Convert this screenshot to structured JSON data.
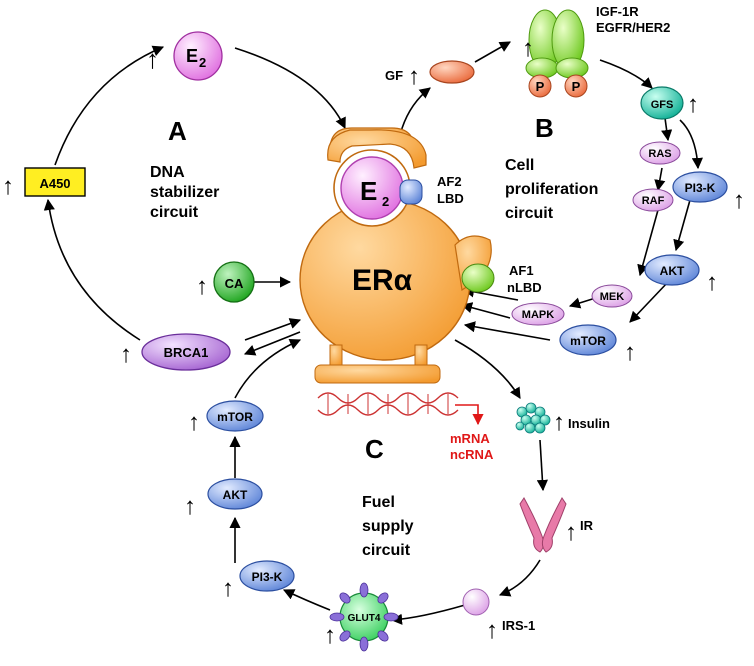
{
  "circuits": {
    "a": {
      "letter": "A",
      "lines": [
        "DNA",
        "stabilizer",
        "circuit"
      ]
    },
    "b": {
      "letter": "B",
      "lines": [
        "Cell",
        "proliferation",
        "circuit"
      ]
    },
    "c": {
      "letter": "C",
      "lines": [
        "Fuel",
        "supply",
        "circuit"
      ]
    }
  },
  "receptor": {
    "name": "ERα",
    "ligand": "E",
    "ligand_sub": "2",
    "af2": "AF2",
    "lbd": "LBD",
    "af1": "AF1",
    "nlbd": "nLBD"
  },
  "nodes": {
    "e2_top": "E",
    "e2_top_sub": "2",
    "a450": "A450",
    "ca": "CA",
    "brca1": "BRCA1",
    "gf": "GF",
    "igf1r": "IGF-1R",
    "egfr": "EGFR/HER2",
    "p": "P",
    "gfs": "GFS",
    "ras": "RAS",
    "pi3k_b": "PI3-K",
    "raf": "RAF",
    "akt_b": "AKT",
    "mek": "MEK",
    "mapk": "MAPK",
    "mtor_b": "mTOR",
    "insulin": "Insulin",
    "ir": "IR",
    "irs1": "IRS-1",
    "glut4": "GLUT4",
    "pi3k_c": "PI3-K",
    "akt_c": "AKT",
    "mtor_c": "mTOR"
  },
  "transcripts": {
    "mrna": "mRNA",
    "ncrna": "ncRNA"
  },
  "symbols": {
    "up": "↑"
  },
  "colors": {
    "receptor": "#f6a33c",
    "e2": "#ee88ee",
    "a450": "#ffee22",
    "ca": "#2fb52f",
    "brca1": "#b77ad8",
    "kinase_blue": "#7799dd",
    "kinase_pink": "#e8b4ee",
    "gfs": "#22c5a8",
    "green_receptor": "#88dd33",
    "p": "#f07a4a",
    "insulin": "#22c8c8",
    "ir": "#e87aa8",
    "irs1": "#f0b0f0",
    "glut4": "#44dd66",
    "dna": "#cc3333"
  }
}
